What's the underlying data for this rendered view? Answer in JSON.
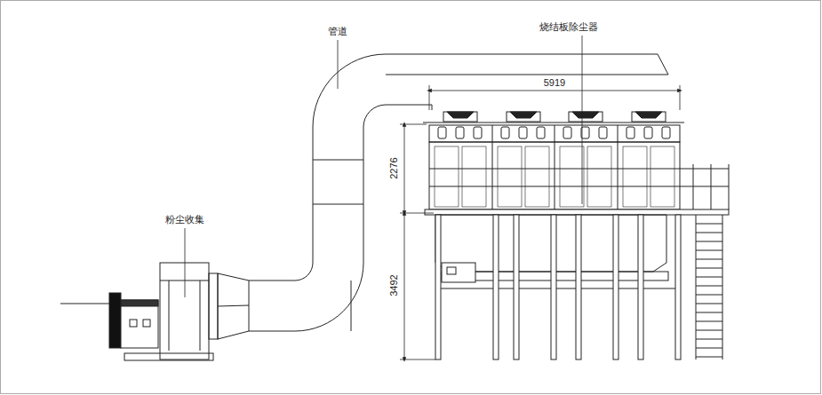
{
  "diagram": {
    "labels": [
      "管道",
      "烧结板除尘器",
      "5919",
      "2276",
      "3492",
      "粉尘收集"
    ]
  }
}
